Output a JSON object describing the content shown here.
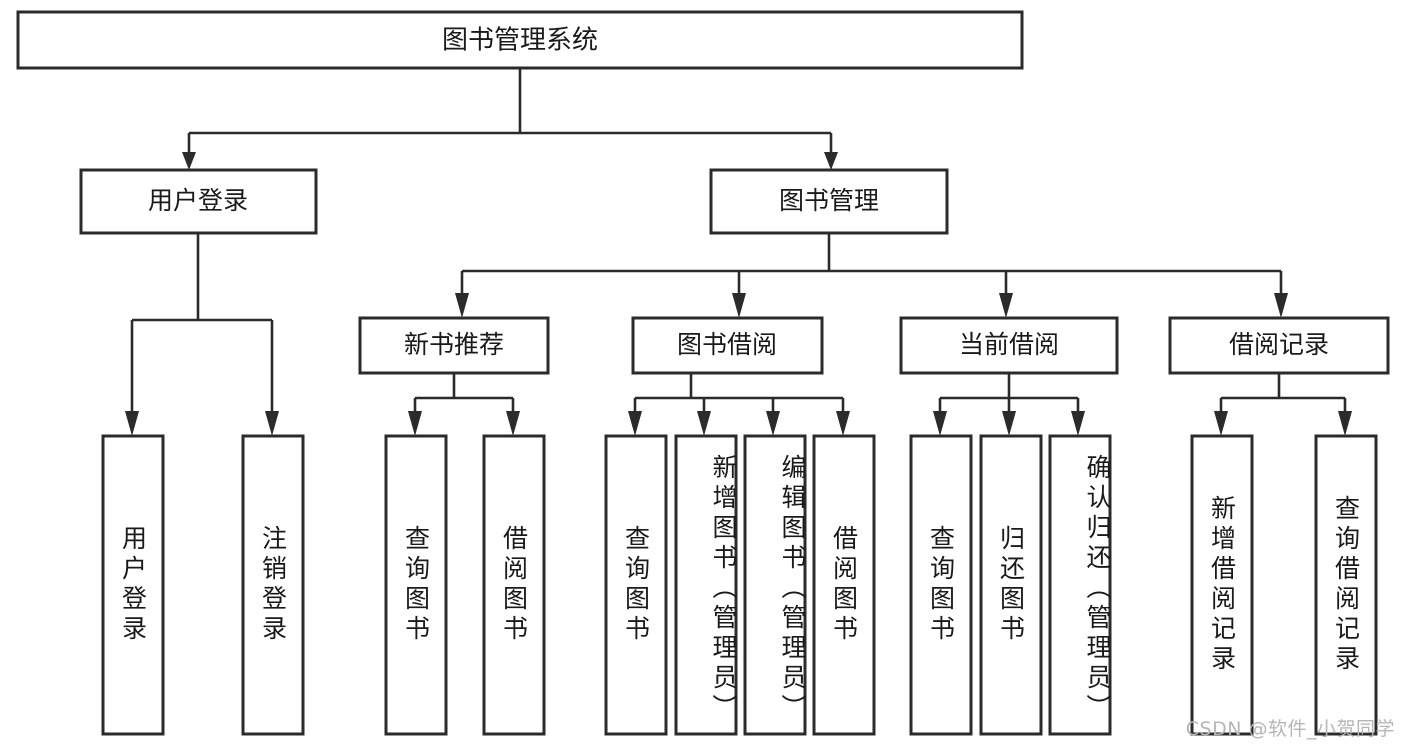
{
  "diagram": {
    "type": "tree-hierarchy",
    "title": "图书管理系统",
    "watermark": "CSDN @软件_小贺同学",
    "colors": {
      "node_fill": "#ffffff",
      "node_stroke": "#2b2b2b",
      "edge": "#2b2b2b",
      "text": "#1a1a1a",
      "watermark": "#b6b6b6"
    },
    "levels": {
      "root": {
        "label": "图书管理系统"
      },
      "level2": [
        {
          "label": "用户登录"
        },
        {
          "label": "图书管理"
        }
      ],
      "level3": [
        {
          "label": "新书推荐"
        },
        {
          "label": "图书借阅"
        },
        {
          "label": "当前借阅"
        },
        {
          "label": "借阅记录"
        }
      ],
      "leaves": {
        "user_login": [
          {
            "label": "用户登录"
          },
          {
            "label": "注销登录"
          }
        ],
        "new_book_recommend": [
          {
            "label": "查询图书"
          },
          {
            "label": "借阅图书"
          }
        ],
        "book_borrow": [
          {
            "label": "查询图书"
          },
          {
            "label": "新增图书（管理员）"
          },
          {
            "label": "编辑图书（管理员）"
          },
          {
            "label": "借阅图书"
          }
        ],
        "current_borrow": [
          {
            "label": "查询图书"
          },
          {
            "label": "归还图书"
          },
          {
            "label": "确认归还（管理员）"
          }
        ],
        "borrow_record": [
          {
            "label": "新增借阅记录"
          },
          {
            "label": "查询借阅记录"
          }
        ]
      }
    }
  }
}
